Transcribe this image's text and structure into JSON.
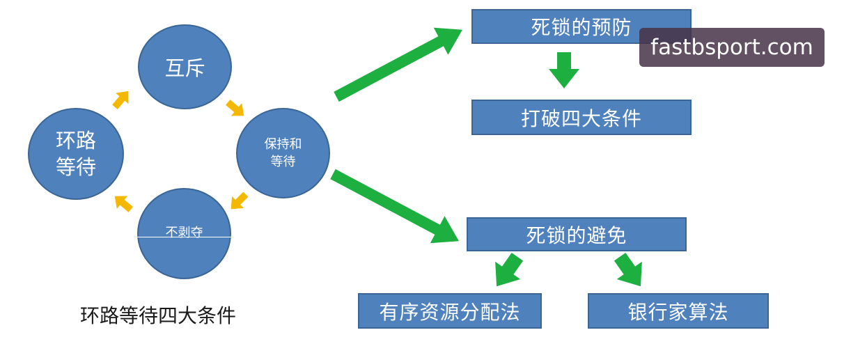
{
  "circles": {
    "top": "互斥",
    "right": "保持和\n等待",
    "bottom": "不剥夺",
    "left": "环路\n等待"
  },
  "caption": "环路等待四大条件",
  "boxes": {
    "prevention": "死锁的预防",
    "break_conditions": "打破四大条件",
    "avoidance": "死锁的避免",
    "ordered_allocation": "有序资源分配法",
    "bankers": "银行家算法"
  },
  "watermark": "fastbsport.com",
  "colors": {
    "node_fill": "#4f81bd",
    "cycle_arrow": "#f5b800",
    "flow_arrow": "#1db040"
  }
}
